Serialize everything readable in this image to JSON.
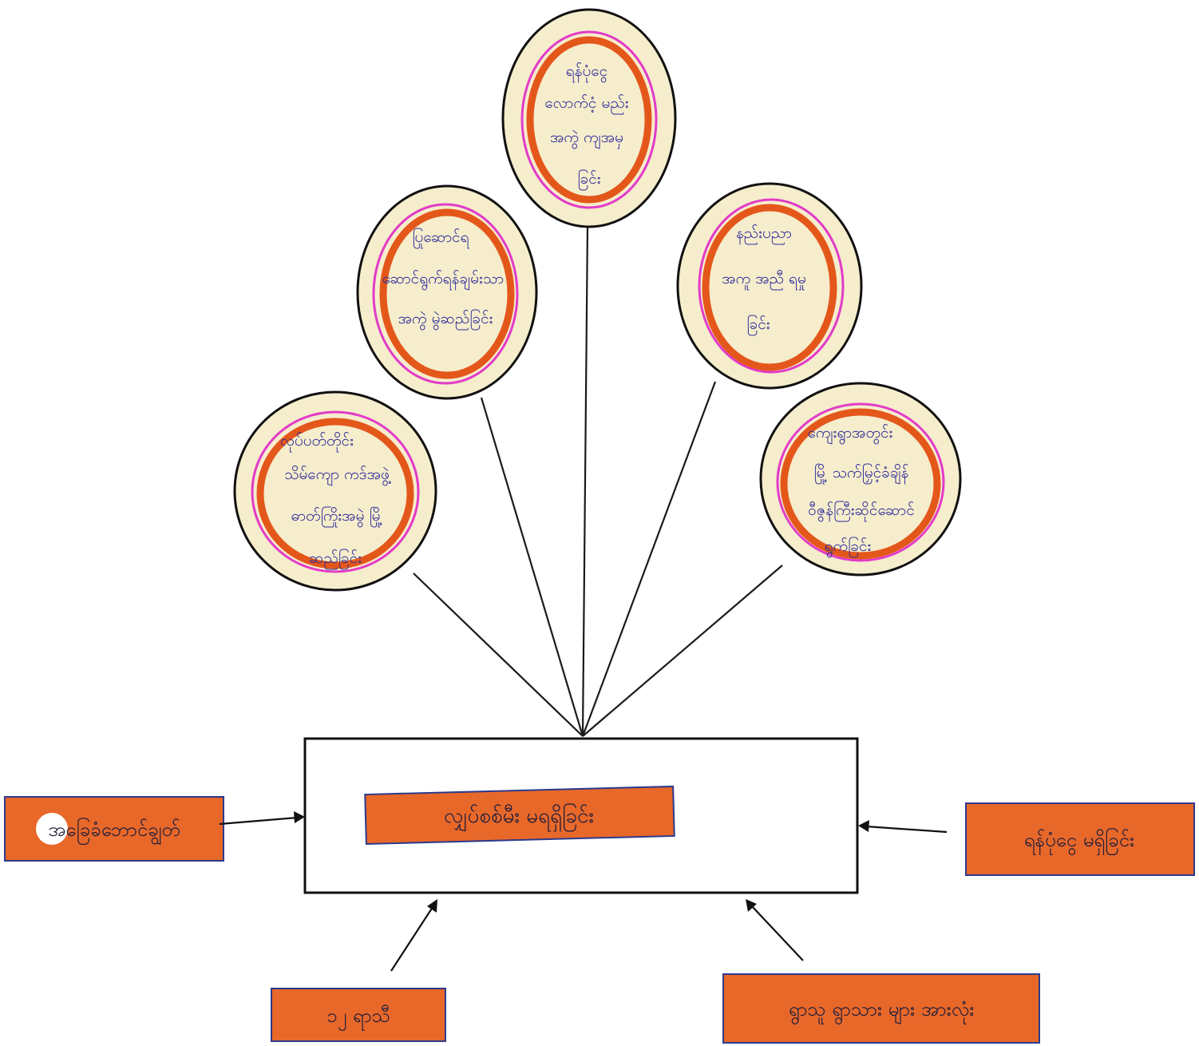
{
  "colors": {
    "line": "#1a1a1a",
    "bubble_fill": "#f6edcc",
    "bubble_outline": "#111111",
    "bubble_ring_orange": "#e4571a",
    "bubble_ring_magenta": "#e23bc8",
    "label_fill": "#e8682a",
    "label_border": "#2b3a8c",
    "text_ink": "#2a2a9a"
  },
  "center": {
    "label": "လျှပ်စစ်မီး မရရှိခြင်း"
  },
  "bubbles": [
    {
      "lines": [
        "ရန်ပုံငွေ",
        "လောက်ငံ့ မည်း",
        "အကွဲ ကျအမှ",
        "ခြင်း"
      ]
    },
    {
      "lines": [
        "ပြုဆောင်ရ",
        "ဆောင်ရွက်ရန်ချမ်းသာ",
        "အကွဲ  မွဲဆည်ခြင်း"
      ]
    },
    {
      "lines": [
        "နည်းပညာ",
        "အကူ အညီ ရမှု",
        "ခြင်း"
      ]
    },
    {
      "lines": [
        "လုပ်ပတ်တိုင်း",
        "သိမ်ကျော ကဒ်အဖွဲ့",
        "ဓာတ်ကြိုးအမွဲ မြို့",
        "ဆည်ခြင်း"
      ]
    },
    {
      "lines": [
        "ကျေးရွာအတွင်း",
        "မြို့ သက်မြှင့်ခံချိန်",
        "ဝီဇွန်ကြီးဆိုင်ဆောင်",
        "ရွက်ခြင်း"
      ]
    }
  ],
  "causes": {
    "left": "အခြေခံဘောင်ချွတ်",
    "right": "ရန်ပုံငွေ မရှိခြင်း",
    "bottom_left": "၁၂ ရာသီ",
    "bottom_right": "ရွာသူ ရွာသား များ အားလုံး"
  }
}
